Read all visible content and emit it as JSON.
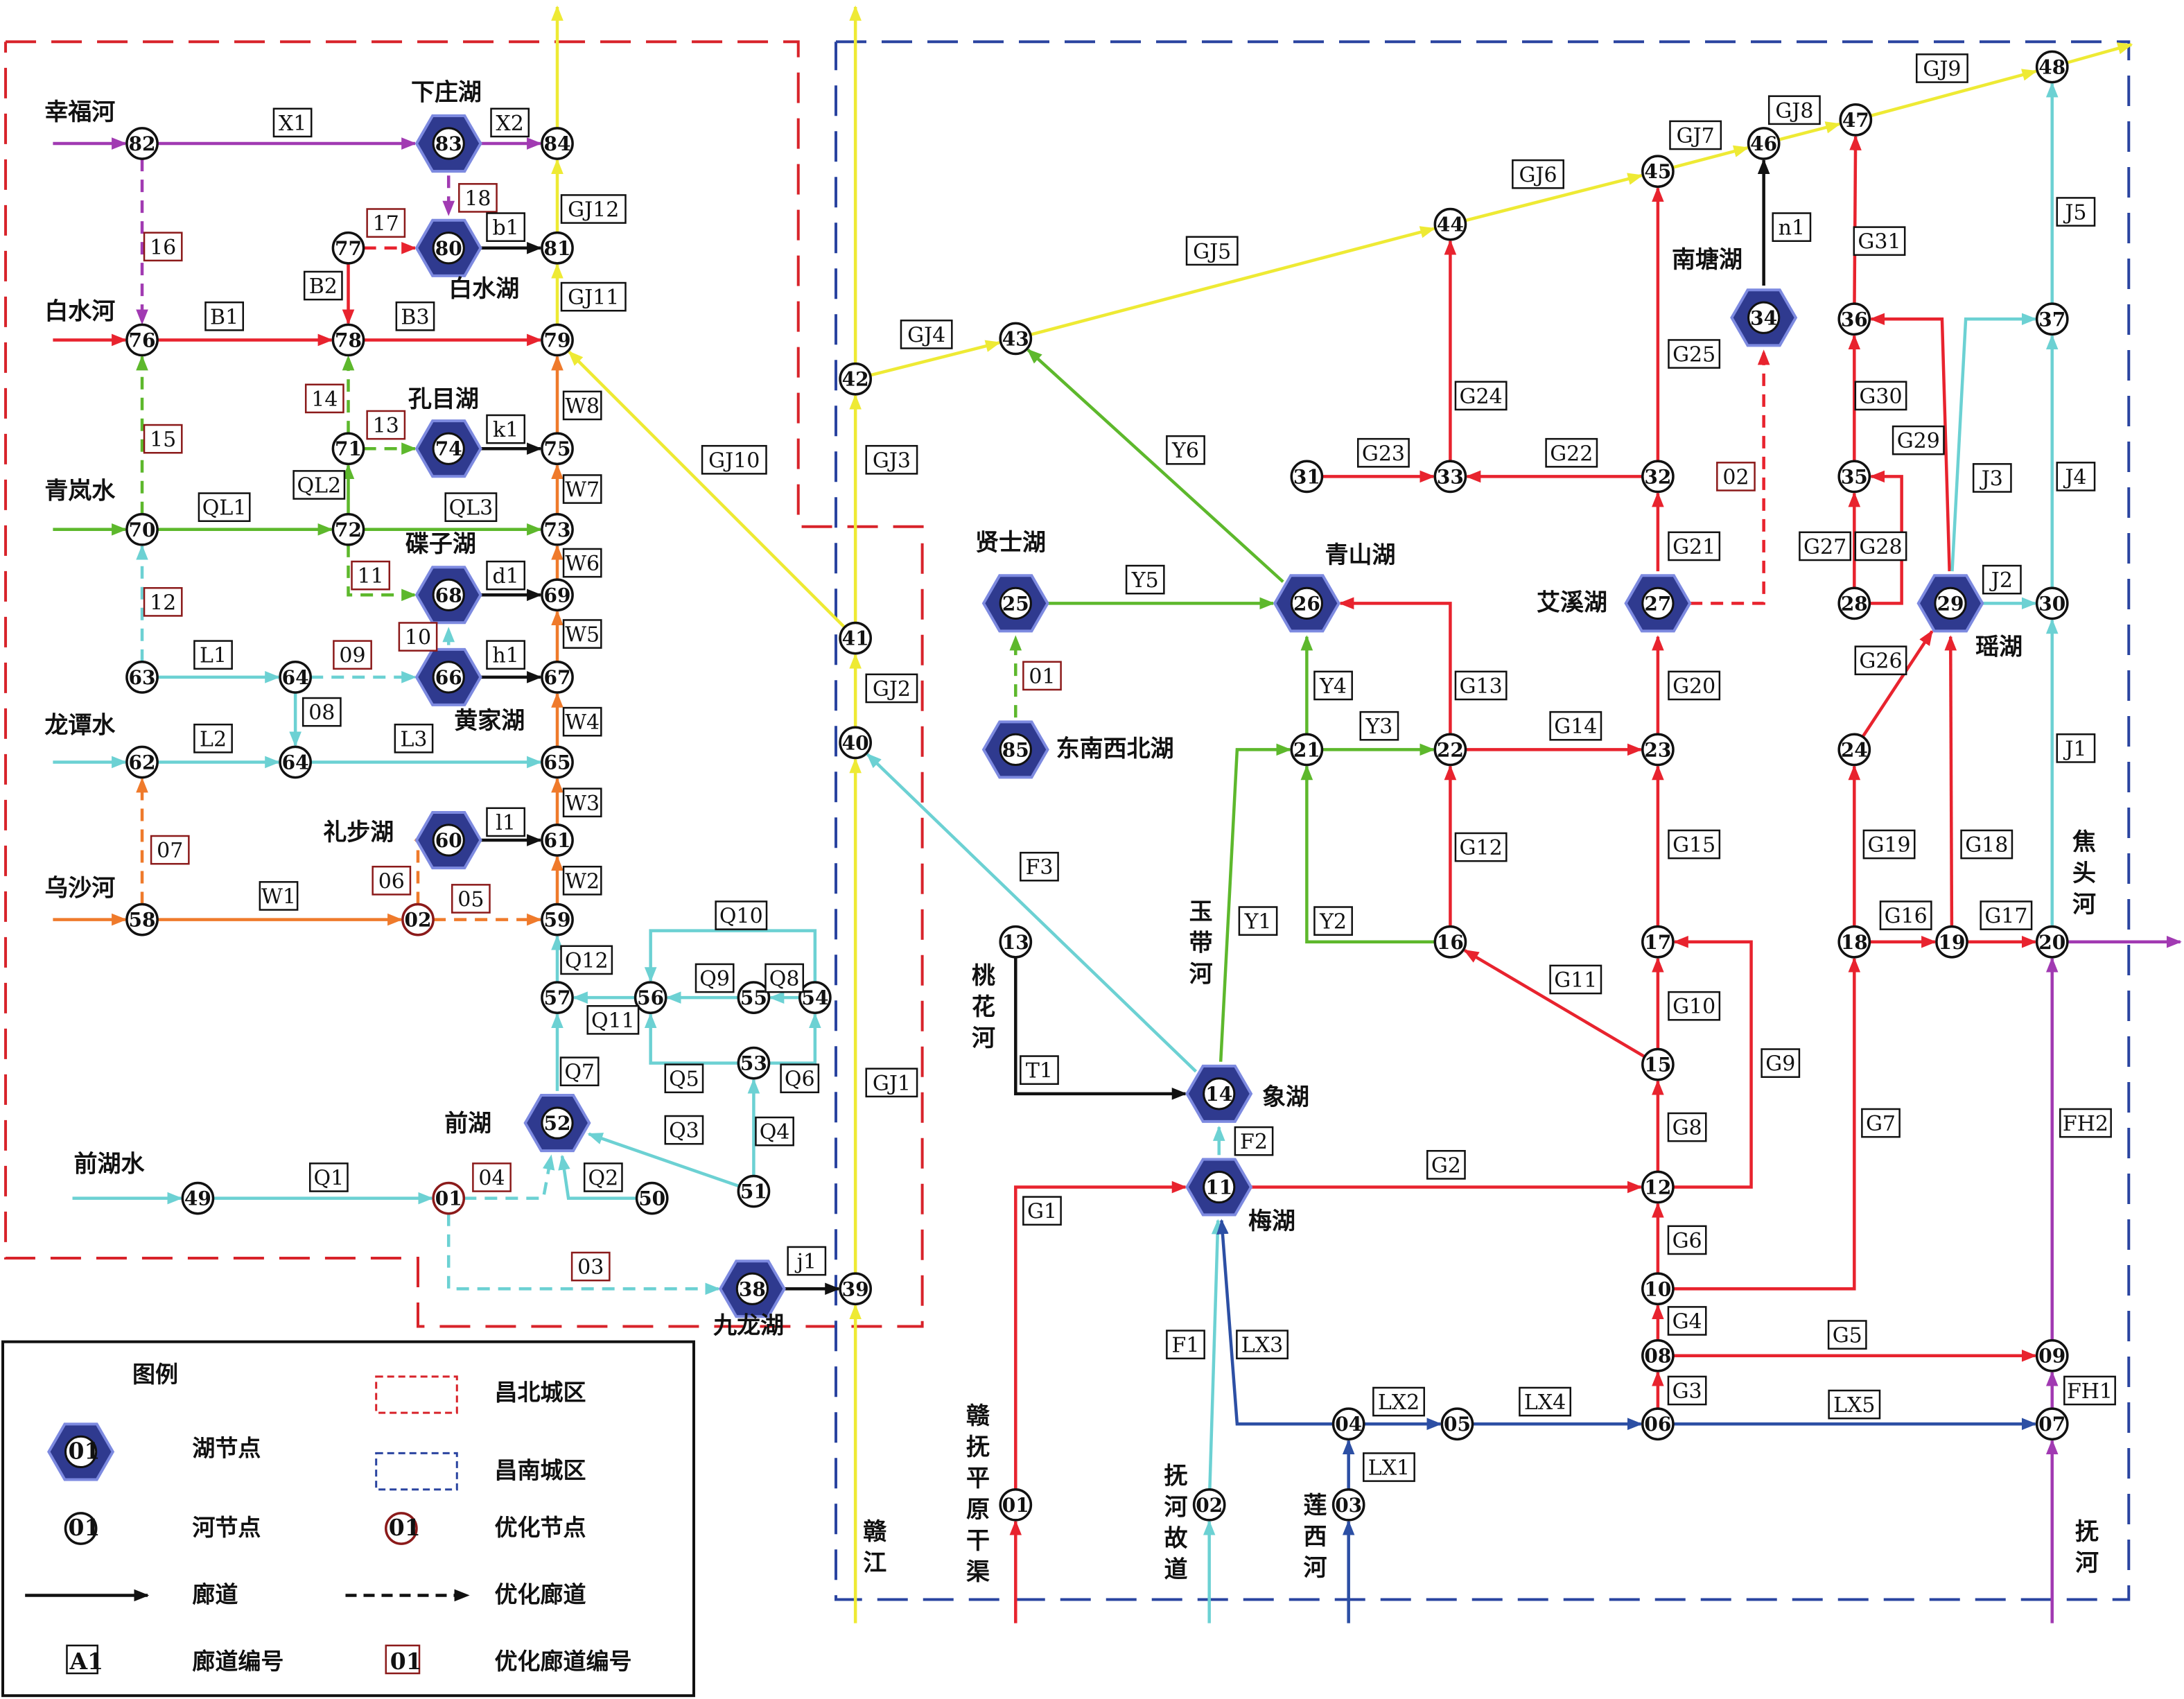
{
  "colors": {
    "red": "#e8232e",
    "green": "#5db82c",
    "yellow": "#eeea34",
    "cyan": "#6cd1d3",
    "orange": "#ef7a2b",
    "purple": "#a13ab2",
    "blue": "#2c4fa4",
    "black": "#111111",
    "hex_fill": "#2f3a8f",
    "north_zone": "#d8232a",
    "south_zone": "#2a44a0",
    "opt_border": "#8b1a1a"
  },
  "nodes": [
    {
      "id": "82",
      "label": "82",
      "type": "river"
    },
    {
      "id": "83",
      "label": "83",
      "type": "lake"
    },
    {
      "id": "84",
      "label": "84",
      "type": "river"
    },
    {
      "id": "77",
      "label": "77",
      "type": "river"
    },
    {
      "id": "80",
      "label": "80",
      "type": "lake"
    },
    {
      "id": "81",
      "label": "81",
      "type": "river"
    },
    {
      "id": "76",
      "label": "76",
      "type": "river"
    },
    {
      "id": "78",
      "label": "78",
      "type": "river"
    },
    {
      "id": "79",
      "label": "79",
      "type": "river"
    },
    {
      "id": "71",
      "label": "71",
      "type": "river"
    },
    {
      "id": "74",
      "label": "74",
      "type": "lake"
    },
    {
      "id": "75",
      "label": "75",
      "type": "river"
    },
    {
      "id": "70",
      "label": "70",
      "type": "river"
    },
    {
      "id": "72",
      "label": "72",
      "type": "river"
    },
    {
      "id": "73",
      "label": "73",
      "type": "river"
    },
    {
      "id": "68",
      "label": "68",
      "type": "lake"
    },
    {
      "id": "69",
      "label": "69",
      "type": "river"
    },
    {
      "id": "63",
      "label": "63",
      "type": "river"
    },
    {
      "id": "64a",
      "label": "64",
      "type": "river"
    },
    {
      "id": "66",
      "label": "66",
      "type": "lake"
    },
    {
      "id": "67",
      "label": "67",
      "type": "river"
    },
    {
      "id": "62",
      "label": "62",
      "type": "river"
    },
    {
      "id": "64b",
      "label": "64",
      "type": "river"
    },
    {
      "id": "65",
      "label": "65",
      "type": "river"
    },
    {
      "id": "60",
      "label": "60",
      "type": "lake"
    },
    {
      "id": "61",
      "label": "61",
      "type": "river"
    },
    {
      "id": "58",
      "label": "58",
      "type": "river"
    },
    {
      "id": "02n",
      "label": "02",
      "type": "opt"
    },
    {
      "id": "59",
      "label": "59",
      "type": "river"
    },
    {
      "id": "57",
      "label": "57",
      "type": "river"
    },
    {
      "id": "56",
      "label": "56",
      "type": "river"
    },
    {
      "id": "55",
      "label": "55",
      "type": "river"
    },
    {
      "id": "54",
      "label": "54",
      "type": "river"
    },
    {
      "id": "53",
      "label": "53",
      "type": "river"
    },
    {
      "id": "52",
      "label": "52",
      "type": "lake"
    },
    {
      "id": "49",
      "label": "49",
      "type": "river"
    },
    {
      "id": "01n",
      "label": "01",
      "type": "opt"
    },
    {
      "id": "50",
      "label": "50",
      "type": "river"
    },
    {
      "id": "51",
      "label": "51",
      "type": "river"
    },
    {
      "id": "38",
      "label": "38",
      "type": "lake"
    },
    {
      "id": "39",
      "label": "39",
      "type": "river"
    },
    {
      "id": "40",
      "label": "40",
      "type": "river"
    },
    {
      "id": "41",
      "label": "41",
      "type": "river"
    },
    {
      "id": "42",
      "label": "42",
      "type": "river"
    },
    {
      "id": "43",
      "label": "43",
      "type": "river"
    },
    {
      "id": "44",
      "label": "44",
      "type": "river"
    },
    {
      "id": "45",
      "label": "45",
      "type": "river"
    },
    {
      "id": "46",
      "label": "46",
      "type": "river"
    },
    {
      "id": "47",
      "label": "47",
      "type": "river"
    },
    {
      "id": "48",
      "label": "48",
      "type": "river"
    },
    {
      "id": "34",
      "label": "34",
      "type": "lake"
    },
    {
      "id": "31",
      "label": "31",
      "type": "river"
    },
    {
      "id": "33",
      "label": "33",
      "type": "river"
    },
    {
      "id": "32",
      "label": "32",
      "type": "river"
    },
    {
      "id": "36",
      "label": "36",
      "type": "river"
    },
    {
      "id": "37",
      "label": "37",
      "type": "river"
    },
    {
      "id": "35",
      "label": "35",
      "type": "river"
    },
    {
      "id": "25",
      "label": "25",
      "type": "lake"
    },
    {
      "id": "26",
      "label": "26",
      "type": "lake"
    },
    {
      "id": "27",
      "label": "27",
      "type": "lake"
    },
    {
      "id": "28",
      "label": "28",
      "type": "river"
    },
    {
      "id": "29",
      "label": "29",
      "type": "lake"
    },
    {
      "id": "30",
      "label": "30",
      "type": "river"
    },
    {
      "id": "85",
      "label": "85",
      "type": "lake"
    },
    {
      "id": "21",
      "label": "21",
      "type": "river"
    },
    {
      "id": "22",
      "label": "22",
      "type": "river"
    },
    {
      "id": "23",
      "label": "23",
      "type": "river"
    },
    {
      "id": "24",
      "label": "24",
      "type": "river"
    },
    {
      "id": "13",
      "label": "13",
      "type": "river"
    },
    {
      "id": "16",
      "label": "16",
      "type": "river"
    },
    {
      "id": "17",
      "label": "17",
      "type": "river"
    },
    {
      "id": "18",
      "label": "18",
      "type": "river"
    },
    {
      "id": "19",
      "label": "19",
      "type": "river"
    },
    {
      "id": "20",
      "label": "20",
      "type": "river"
    },
    {
      "id": "14",
      "label": "14",
      "type": "lake"
    },
    {
      "id": "15",
      "label": "15",
      "type": "river"
    },
    {
      "id": "11",
      "label": "11",
      "type": "lake"
    },
    {
      "id": "12",
      "label": "12",
      "type": "river"
    },
    {
      "id": "10",
      "label": "10",
      "type": "river"
    },
    {
      "id": "08",
      "label": "08",
      "type": "river"
    },
    {
      "id": "09",
      "label": "09",
      "type": "river"
    },
    {
      "id": "04",
      "label": "04",
      "type": "river"
    },
    {
      "id": "05",
      "label": "05",
      "type": "river"
    },
    {
      "id": "06",
      "label": "06",
      "type": "river"
    },
    {
      "id": "07",
      "label": "07",
      "type": "river"
    },
    {
      "id": "01",
      "label": "01",
      "type": "river"
    },
    {
      "id": "02",
      "label": "02",
      "type": "river"
    },
    {
      "id": "03",
      "label": "03",
      "type": "river"
    }
  ],
  "edges": [
    {
      "code": "X1",
      "color": "purple",
      "opt": false
    },
    {
      "code": "X2",
      "color": "purple",
      "opt": false
    },
    {
      "code": "18",
      "color": "purple",
      "opt": true
    },
    {
      "code": "16",
      "color": "purple",
      "opt": true
    },
    {
      "code": "17",
      "color": "red",
      "opt": true
    },
    {
      "code": "b1",
      "color": "black",
      "opt": false
    },
    {
      "code": "GJ12",
      "color": "yellow",
      "opt": false
    },
    {
      "code": "GJ11",
      "color": "yellow",
      "opt": false
    },
    {
      "code": "B1",
      "color": "red",
      "opt": false
    },
    {
      "code": "B2",
      "color": "red",
      "opt": false
    },
    {
      "code": "B3",
      "color": "red",
      "opt": false
    },
    {
      "code": "14",
      "color": "green",
      "opt": true
    },
    {
      "code": "13",
      "color": "green",
      "opt": true
    },
    {
      "code": "k1",
      "color": "black",
      "opt": false
    },
    {
      "code": "W8",
      "color": "orange",
      "opt": false
    },
    {
      "code": "15",
      "color": "green",
      "opt": true
    },
    {
      "code": "QL1",
      "color": "green",
      "opt": false
    },
    {
      "code": "QL2",
      "color": "green",
      "opt": false
    },
    {
      "code": "QL3",
      "color": "green",
      "opt": false
    },
    {
      "code": "W7",
      "color": "orange",
      "opt": false
    },
    {
      "code": "11",
      "color": "green",
      "opt": true
    },
    {
      "code": "d1",
      "color": "black",
      "opt": false
    },
    {
      "code": "W6",
      "color": "orange",
      "opt": false
    },
    {
      "code": "12",
      "color": "cyan",
      "opt": true
    },
    {
      "code": "L1",
      "color": "cyan",
      "opt": false
    },
    {
      "code": "09",
      "color": "cyan",
      "opt": true
    },
    {
      "code": "08",
      "color": "cyan",
      "opt": false
    },
    {
      "code": "10",
      "color": "cyan",
      "opt": true
    },
    {
      "code": "h1",
      "color": "black",
      "opt": false
    },
    {
      "code": "W5",
      "color": "orange",
      "opt": false
    },
    {
      "code": "L2",
      "color": "cyan",
      "opt": false
    },
    {
      "code": "L3",
      "color": "cyan",
      "opt": false
    },
    {
      "code": "W4",
      "color": "orange",
      "opt": false
    },
    {
      "code": "07",
      "color": "orange",
      "opt": true
    },
    {
      "code": "l1",
      "color": "black",
      "opt": false
    },
    {
      "code": "W3",
      "color": "orange",
      "opt": false
    },
    {
      "code": "06",
      "color": "orange",
      "opt": true
    },
    {
      "code": "05",
      "color": "orange",
      "opt": true
    },
    {
      "code": "W1",
      "color": "orange",
      "opt": false
    },
    {
      "code": "W2",
      "color": "orange",
      "opt": false
    },
    {
      "code": "Q10",
      "color": "cyan",
      "opt": false
    },
    {
      "code": "Q12",
      "color": "cyan",
      "opt": false
    },
    {
      "code": "Q9",
      "color": "cyan",
      "opt": false
    },
    {
      "code": "Q8",
      "color": "cyan",
      "opt": false
    },
    {
      "code": "Q11",
      "color": "cyan",
      "opt": false
    },
    {
      "code": "Q5",
      "color": "cyan",
      "opt": false
    },
    {
      "code": "Q6",
      "color": "cyan",
      "opt": false
    },
    {
      "code": "Q7",
      "color": "cyan",
      "opt": false
    },
    {
      "code": "Q3",
      "color": "cyan",
      "opt": false
    },
    {
      "code": "Q4",
      "color": "cyan",
      "opt": false
    },
    {
      "code": "Q1",
      "color": "cyan",
      "opt": false
    },
    {
      "code": "04",
      "color": "cyan",
      "opt": true
    },
    {
      "code": "Q2",
      "color": "cyan",
      "opt": false
    },
    {
      "code": "03",
      "color": "cyan",
      "opt": true
    },
    {
      "code": "j1",
      "color": "black",
      "opt": false
    },
    {
      "code": "GJ1",
      "color": "yellow",
      "opt": false
    },
    {
      "code": "GJ2",
      "color": "yellow",
      "opt": false
    },
    {
      "code": "GJ3",
      "color": "yellow",
      "opt": false
    },
    {
      "code": "GJ4",
      "color": "yellow",
      "opt": false
    },
    {
      "code": "GJ5",
      "color": "yellow",
      "opt": false
    },
    {
      "code": "GJ6",
      "color": "yellow",
      "opt": false
    },
    {
      "code": "GJ7",
      "color": "yellow",
      "opt": false
    },
    {
      "code": "GJ8",
      "color": "yellow",
      "opt": false
    },
    {
      "code": "GJ9",
      "color": "yellow",
      "opt": false
    },
    {
      "code": "GJ10",
      "color": "yellow",
      "opt": false
    },
    {
      "code": "F3",
      "color": "cyan",
      "opt": false
    },
    {
      "code": "Y6",
      "color": "green",
      "opt": false
    },
    {
      "code": "n1",
      "color": "black",
      "opt": false
    },
    {
      "code": "G24",
      "color": "red",
      "opt": false
    },
    {
      "code": "G23",
      "color": "red",
      "opt": false
    },
    {
      "code": "G22",
      "color": "red",
      "opt": false
    },
    {
      "code": "G25",
      "color": "red",
      "opt": false
    },
    {
      "code": "02",
      "color": "red",
      "opt": true
    },
    {
      "code": "G31",
      "color": "red",
      "opt": false
    },
    {
      "code": "J5",
      "color": "cyan",
      "opt": false
    },
    {
      "code": "G30",
      "color": "red",
      "opt": false
    },
    {
      "code": "G29",
      "color": "red",
      "opt": false
    },
    {
      "code": "J3",
      "color": "cyan",
      "opt": false
    },
    {
      "code": "J4",
      "color": "cyan",
      "opt": false
    },
    {
      "code": "G27",
      "color": "red",
      "opt": false
    },
    {
      "code": "G28",
      "color": "red",
      "opt": false
    },
    {
      "code": "J2",
      "color": "cyan",
      "opt": false
    },
    {
      "code": "Y5",
      "color": "green",
      "opt": false
    },
    {
      "code": "01",
      "color": "green",
      "opt": true
    },
    {
      "code": "G21",
      "color": "red",
      "opt": false
    },
    {
      "code": "Y4",
      "color": "green",
      "opt": false
    },
    {
      "code": "G13",
      "color": "red",
      "opt": false
    },
    {
      "code": "G20",
      "color": "red",
      "opt": false
    },
    {
      "code": "G26",
      "color": "red",
      "opt": false
    },
    {
      "code": "Y3",
      "color": "green",
      "opt": false
    },
    {
      "code": "G14",
      "color": "red",
      "opt": false
    },
    {
      "code": "J1",
      "color": "cyan",
      "opt": false
    },
    {
      "code": "G12",
      "color": "red",
      "opt": false
    },
    {
      "code": "G15",
      "color": "red",
      "opt": false
    },
    {
      "code": "G19",
      "color": "red",
      "opt": false
    },
    {
      "code": "G18",
      "color": "red",
      "opt": false
    },
    {
      "code": "Y1",
      "color": "green",
      "opt": false
    },
    {
      "code": "Y2",
      "color": "green",
      "opt": false
    },
    {
      "code": "G16",
      "color": "red",
      "opt": false
    },
    {
      "code": "G17",
      "color": "red",
      "opt": false
    },
    {
      "code": "G11",
      "color": "red",
      "opt": false
    },
    {
      "code": "T1",
      "color": "black",
      "opt": false
    },
    {
      "code": "G10",
      "color": "red",
      "opt": false
    },
    {
      "code": "G9",
      "color": "red",
      "opt": false
    },
    {
      "code": "G8",
      "color": "red",
      "opt": false
    },
    {
      "code": "G7",
      "color": "red",
      "opt": false
    },
    {
      "code": "FH2",
      "color": "purple",
      "opt": false
    },
    {
      "code": "F2",
      "color": "cyan",
      "opt": false
    },
    {
      "code": "G2",
      "color": "red",
      "opt": false
    },
    {
      "code": "G1",
      "color": "red",
      "opt": false
    },
    {
      "code": "G6",
      "color": "red",
      "opt": false
    },
    {
      "code": "G4",
      "color": "red",
      "opt": false
    },
    {
      "code": "G5",
      "color": "red",
      "opt": false
    },
    {
      "code": "G3",
      "color": "red",
      "opt": false
    },
    {
      "code": "FH1",
      "color": "purple",
      "opt": false
    },
    {
      "code": "F1",
      "color": "cyan",
      "opt": false
    },
    {
      "code": "LX3",
      "color": "blue",
      "opt": false
    },
    {
      "code": "LX2",
      "color": "blue",
      "opt": false
    },
    {
      "code": "LX4",
      "color": "blue",
      "opt": false
    },
    {
      "code": "LX5",
      "color": "blue",
      "opt": false
    },
    {
      "code": "LX1",
      "color": "blue",
      "opt": false
    }
  ],
  "places": [
    {
      "id": "xingfuhe",
      "text": "幸福河"
    },
    {
      "id": "xiazhuanghu",
      "text": "下庄湖"
    },
    {
      "id": "baishuihu",
      "text": "白水湖"
    },
    {
      "id": "baishuihe",
      "text": "白水河"
    },
    {
      "id": "kongmuhu",
      "text": "孔目湖"
    },
    {
      "id": "qinglanshui",
      "text": "青岚水"
    },
    {
      "id": "diezihu",
      "text": "碟子湖"
    },
    {
      "id": "huangjiahu",
      "text": "黄家湖"
    },
    {
      "id": "longtanshui",
      "text": "龙谭水"
    },
    {
      "id": "libuhu",
      "text": "礼步湖"
    },
    {
      "id": "wushahe",
      "text": "乌沙河"
    },
    {
      "id": "qianhu",
      "text": "前湖"
    },
    {
      "id": "qianhushui",
      "text": "前湖水"
    },
    {
      "id": "jiulonghu",
      "text": "九龙湖"
    },
    {
      "id": "nantanghu",
      "text": "南塘湖"
    },
    {
      "id": "xianshihu",
      "text": "贤士湖"
    },
    {
      "id": "qingshanhu",
      "text": "青山湖"
    },
    {
      "id": "aixihu",
      "text": "艾溪湖"
    },
    {
      "id": "yaohu",
      "text": "瑶湖"
    },
    {
      "id": "dongnanxibeihu",
      "text": "东南西北湖"
    },
    {
      "id": "jiaotouhe",
      "text": "焦头河"
    },
    {
      "id": "yudaihe",
      "text": "玉带河"
    },
    {
      "id": "taohuahe",
      "text": "桃花河"
    },
    {
      "id": "xianghu",
      "text": "象湖"
    },
    {
      "id": "meihu",
      "text": "梅湖"
    },
    {
      "id": "ganjiang",
      "text": "赣江"
    },
    {
      "id": "ganfu",
      "text": "赣抚平原干渠"
    },
    {
      "id": "fuhegudao",
      "text": "抚河故道"
    },
    {
      "id": "lianxihe",
      "text": "莲西河"
    },
    {
      "id": "fuhe",
      "text": "抚河"
    }
  ],
  "legend": {
    "title": "图例",
    "lake_sample": "01",
    "lake_node": "湖节点",
    "river_sample": "01",
    "river_node": "河节点",
    "corridor": "廊道",
    "corridor_code_sample": "A1",
    "corridor_code": "廊道编号",
    "north_zone": "昌北城区",
    "south_zone": "昌南城区",
    "opt_node_sample": "01",
    "opt_node": "优化节点",
    "opt_corridor": "优化廊道",
    "opt_code_sample": "01",
    "opt_code": "优化廊道编号"
  }
}
